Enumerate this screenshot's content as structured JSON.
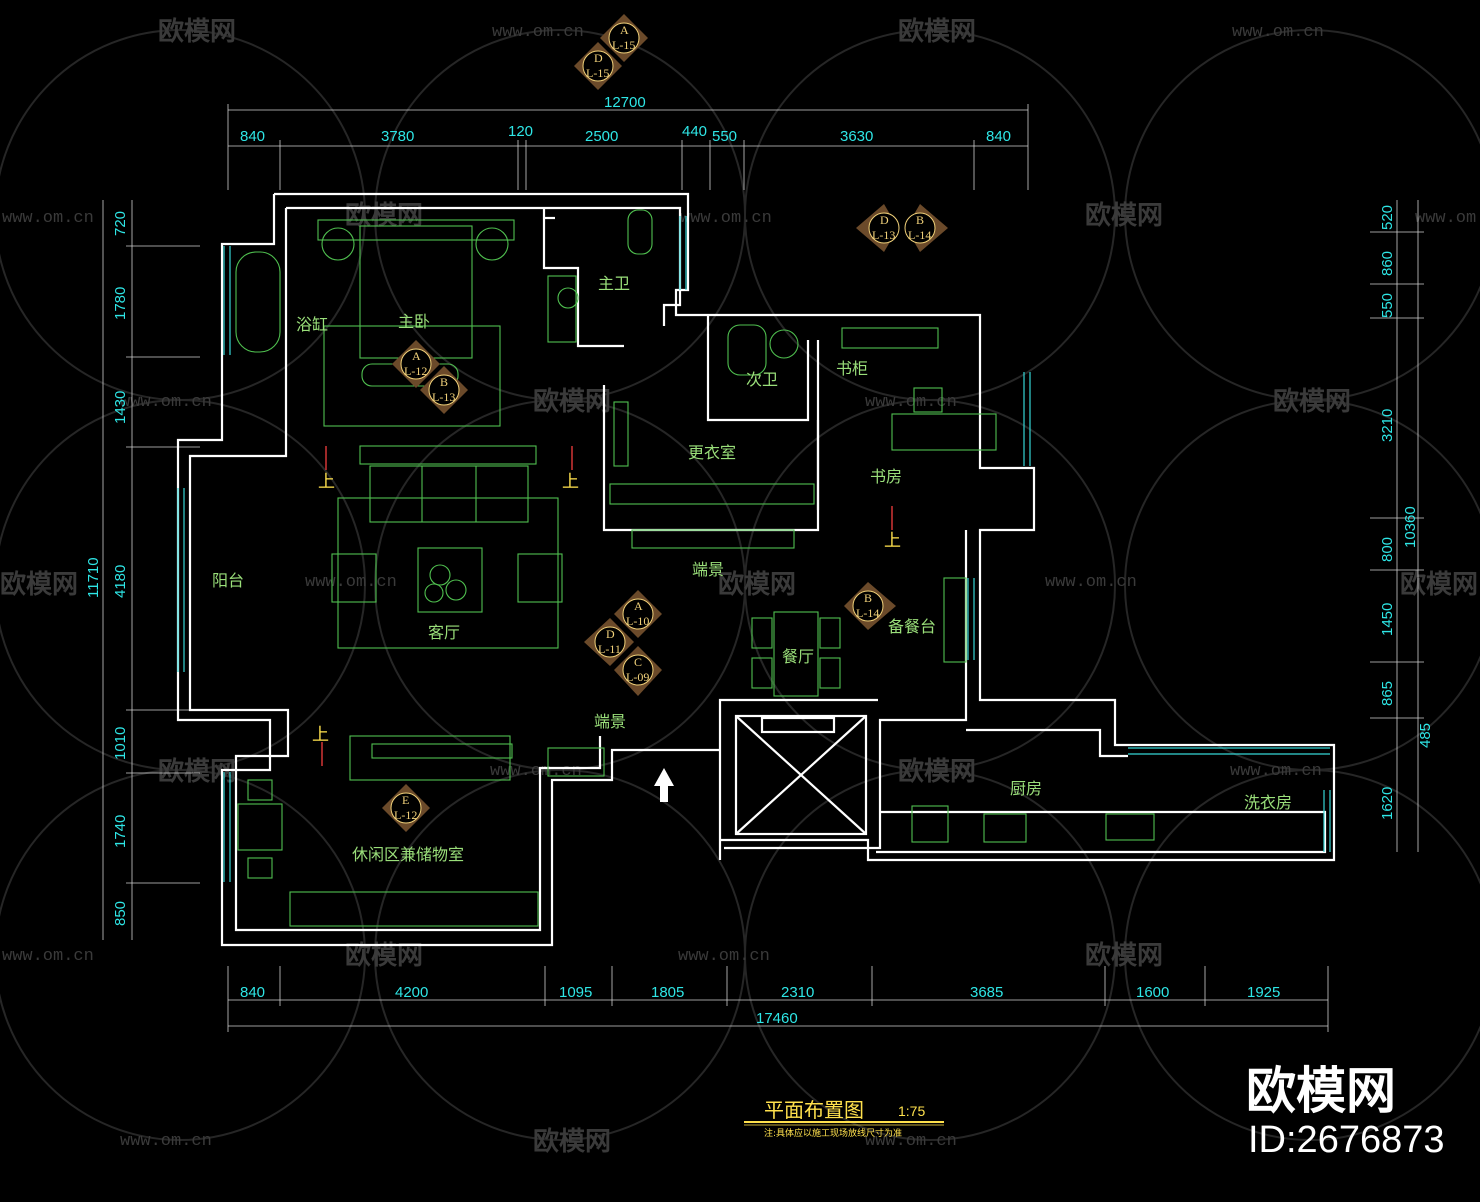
{
  "drawing": {
    "title": "平面布置图",
    "scale": "1:75",
    "note": "注:具体应以施工现场放线尺寸为准"
  },
  "dimensions": {
    "top_total": "12700",
    "top": [
      "840",
      "3780",
      "120",
      "2500",
      "440",
      "550",
      "3630",
      "840"
    ],
    "bottom": [
      "840",
      "4200",
      "1095",
      "1805",
      "2310",
      "3685",
      "1600",
      "1925"
    ],
    "bottom_total": "17460",
    "left": [
      "720",
      "1780",
      "1430",
      "4180",
      "1010",
      "1740",
      "850"
    ],
    "left_total": "11710",
    "right": [
      "520",
      "860",
      "550",
      "3210",
      "800",
      "1450",
      "865",
      "1620"
    ],
    "right_total": "10360",
    "right_extra": "485"
  },
  "rooms": {
    "bathtub": "浴缸",
    "master_bedroom": "主卧",
    "master_bath": "主卫",
    "second_bath": "次卫",
    "bookcase": "书柜",
    "closet": "更衣室",
    "study": "书房",
    "balcony": "阳台",
    "living_room": "客厅",
    "feature_top": "端景",
    "feature_bottom": "端景",
    "dining": "餐厅",
    "pantry": "备餐台",
    "lounge": "休闲区兼储物室",
    "kitchen": "厨房",
    "laundry": "洗衣房"
  },
  "up_labels": [
    "上",
    "上",
    "上",
    "上"
  ],
  "section_tags": [
    {
      "letter": "A",
      "sheet": "L-15"
    },
    {
      "letter": "D",
      "sheet": "L-15"
    },
    {
      "letter": "D",
      "sheet": "L-13"
    },
    {
      "letter": "B",
      "sheet": "L-14"
    },
    {
      "letter": "A",
      "sheet": "L-12"
    },
    {
      "letter": "B",
      "sheet": "L-13"
    },
    {
      "letter": "A",
      "sheet": "L-10"
    },
    {
      "letter": "D",
      "sheet": "L-11"
    },
    {
      "letter": "C",
      "sheet": "L-09"
    },
    {
      "letter": "B",
      "sheet": "L-14"
    },
    {
      "letter": "E",
      "sheet": "L-12"
    }
  ],
  "watermark": {
    "brand": "欧模网",
    "url": "www.om.cn"
  },
  "brand_block": {
    "name": "欧模网",
    "id": "ID:2676873"
  },
  "colors": {
    "background": "#000000",
    "wall": "#ffffff",
    "dimension_text": "#2ee6e6",
    "room_text": "#9adf7a",
    "tag": "#f2d27a",
    "title": "#ffe14d"
  }
}
